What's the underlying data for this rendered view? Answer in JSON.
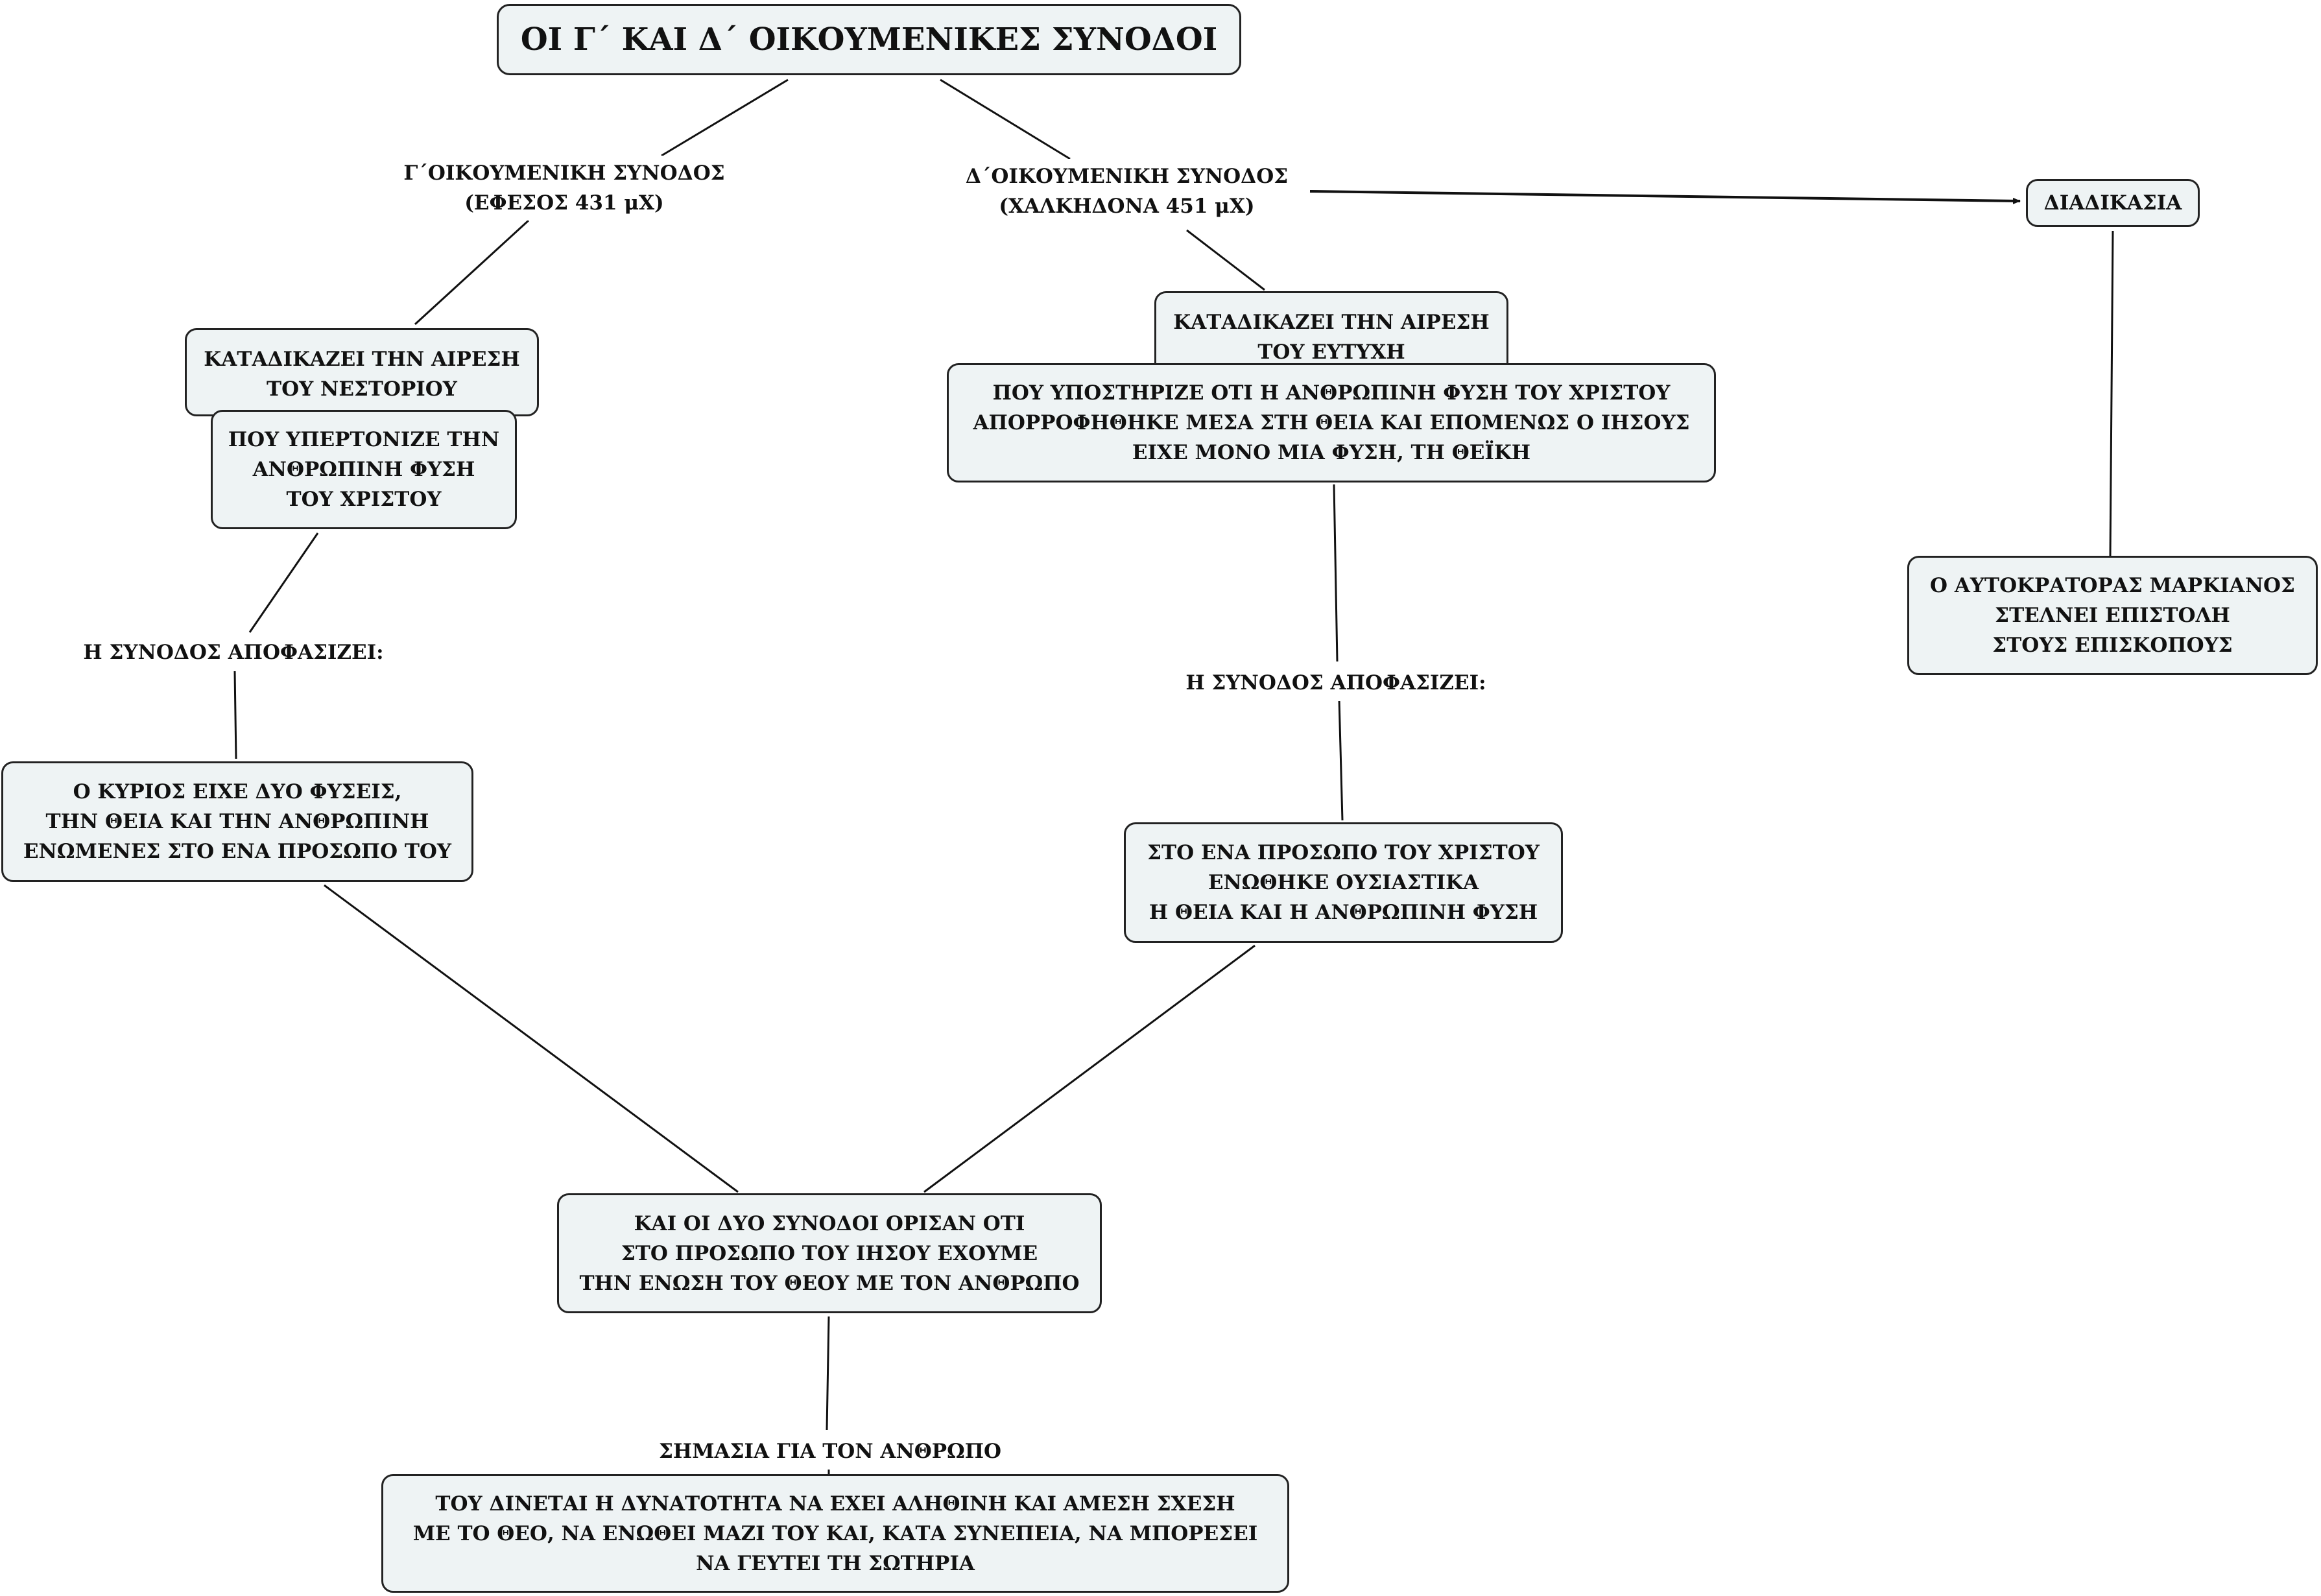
{
  "title": "ΟΙ Γ΄ ΚΑΙ Δ΄ ΟΙΚΟΥΜΕΝΙΚΕΣ ΣΥΝΟΔΟΙ",
  "council_3": {
    "heading": "Γ΄ΟΙΚΟΥΜΕΝΙΚΗ ΣΥΝΟΔΟΣ\n(ΕΦΕΣΟΣ 431 μΧ)",
    "condemns": "ΚΑΤΑΔΙΚΑΖΕΙ ΤΗΝ ΑΙΡΕΣΗ\nΤΟΥ ΝΕΣΤΟΡΙΟΥ",
    "heresy": "ΠΟΥ ΥΠΕΡΤΟΝΙΖΕ ΤΗΝ\nΑΝΘΡΩΠΙΝΗ ΦΥΣΗ\nΤΟΥ ΧΡΙΣΤΟΥ",
    "decides_label": "Η ΣΥΝΟΔΟΣ ΑΠΟΦΑΣΙΖΕΙ:",
    "decision": "Ο ΚΥΡΙΟΣ ΕΙΧΕ ΔΥΟ ΦΥΣΕΙΣ,\nΤΗΝ ΘΕΙΑ ΚΑΙ ΤΗΝ ΑΝΘΡΩΠΙΝΗ\nΕΝΩΜΕΝΕΣ ΣΤΟ ΕΝΑ ΠΡΟΣΩΠΟ ΤΟΥ"
  },
  "council_4": {
    "heading": "Δ΄ΟΙΚΟΥΜΕΝΙΚΗ ΣΥΝΟΔΟΣ\n(ΧΑΛΚΗΔΟΝΑ 451 μΧ)",
    "condemns": "ΚΑΤΑΔΙΚΑΖΕΙ ΤΗΝ ΑΙΡΕΣΗ\nΤΟΥ ΕΥΤΥΧΗ",
    "heresy": "ΠΟΥ ΥΠΟΣΤΗΡΙΖΕ ΟΤΙ Η ΑΝΘΡΩΠΙΝΗ ΦΥΣΗ ΤΟΥ ΧΡΙΣΤΟΥ\nΑΠΟΡΡΟΦΗΘΗΚΕ ΜΕΣΑ ΣΤΗ ΘΕΙΑ ΚΑΙ ΕΠΟΜΕΝΩΣ Ο ΙΗΣΟΥΣ\nΕΙΧΕ ΜΟΝΟ ΜΙΑ ΦΥΣΗ, ΤΗ ΘΕΪΚΗ",
    "decides_label": "Η ΣΥΝΟΔΟΣ ΑΠΟΦΑΣΙΖΕΙ:",
    "decision": "ΣΤΟ ΕΝΑ ΠΡΟΣΩΠΟ ΤΟΥ ΧΡΙΣΤΟΥ\nΕΝΩΘΗΚΕ ΟΥΣΙΑΣΤΙΚΑ\nΗ ΘΕΙΑ ΚΑΙ Η ΑΝΘΡΩΠΙΝΗ ΦΥΣΗ"
  },
  "procedure": {
    "label": "ΔΙΑΔΙΚΑΣΙΑ",
    "detail": "Ο ΑΥΤΟΚΡΑΤΟΡΑΣ ΜΑΡΚΙΑΝΟΣ\nΣΤΕΛΝΕΙ ΕΠΙΣΤΟΛΗ\nΣΤΟΥΣ ΕΠΙΣΚΟΠΟΥΣ"
  },
  "conclusion": "ΚΑΙ ΟΙ ΔΥΟ ΣΥΝΟΔΟΙ ΟΡΙΣΑΝ ΟΤΙ\nΣΤΟ ΠΡΟΣΩΠΟ  ΤΟΥ ΙΗΣΟΥ ΕΧΟΥΜΕ\nΤΗΝ ΕΝΩΣΗ ΤΟΥ ΘΕΟΥ ΜΕ ΤΟΝ ΑΝΘΡΩΠΟ",
  "significance_label": "ΣΗΜΑΣΙΑ ΓΙΑ ΤΟΝ ΑΝΘΡΩΠΟ",
  "significance": "ΤΟΥ ΔΙΝΕΤΑΙ Η ΔΥΝΑΤΟΤΗΤΑ ΝΑ ΕΧΕΙ ΑΛΗΘΙΝΗ ΚΑΙ ΑΜΕΣΗ ΣΧΕΣΗ\nΜΕ ΤΟ ΘΕΟ, ΝΑ ΕΝΩΘΕΙ ΜΑΖΙ ΤΟΥ ΚΑΙ, ΚΑΤΑ ΣΥΝΕΠΕΙΑ, ΝΑ ΜΠΟΡΕΣΕΙ\nΝΑ ΓΕΥΤΕΙ ΤΗ ΣΩΤΗΡΙΑ"
}
